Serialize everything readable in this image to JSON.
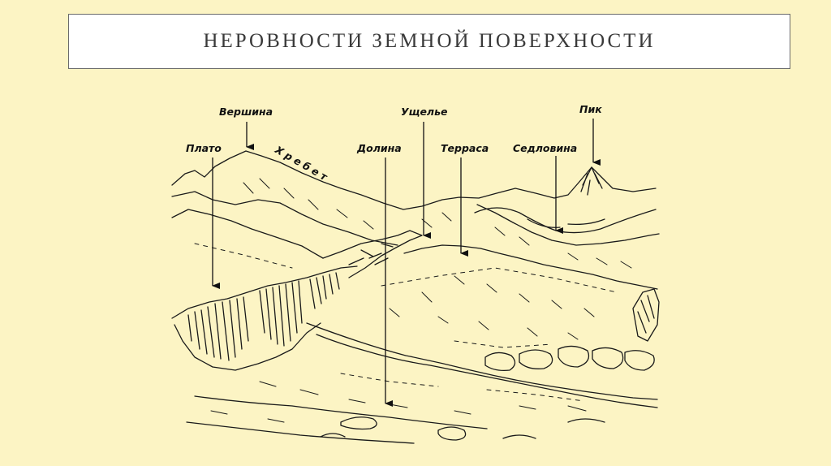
{
  "title": "НЕРОВНОСТИ ЗЕМНОЙ ПОВЕРХНОСТИ",
  "labels": {
    "vershina": "Вершина",
    "plato": "Плато",
    "khrebet": "Хребет",
    "dolina": "Долина",
    "ushchelye": "Ущелье",
    "terrasa": "Терраса",
    "sedlovina": "Седловина",
    "pik": "Пик"
  },
  "colors": {
    "background": "#fcf4c4",
    "ink": "#111111",
    "title_box": "#ffffff"
  }
}
